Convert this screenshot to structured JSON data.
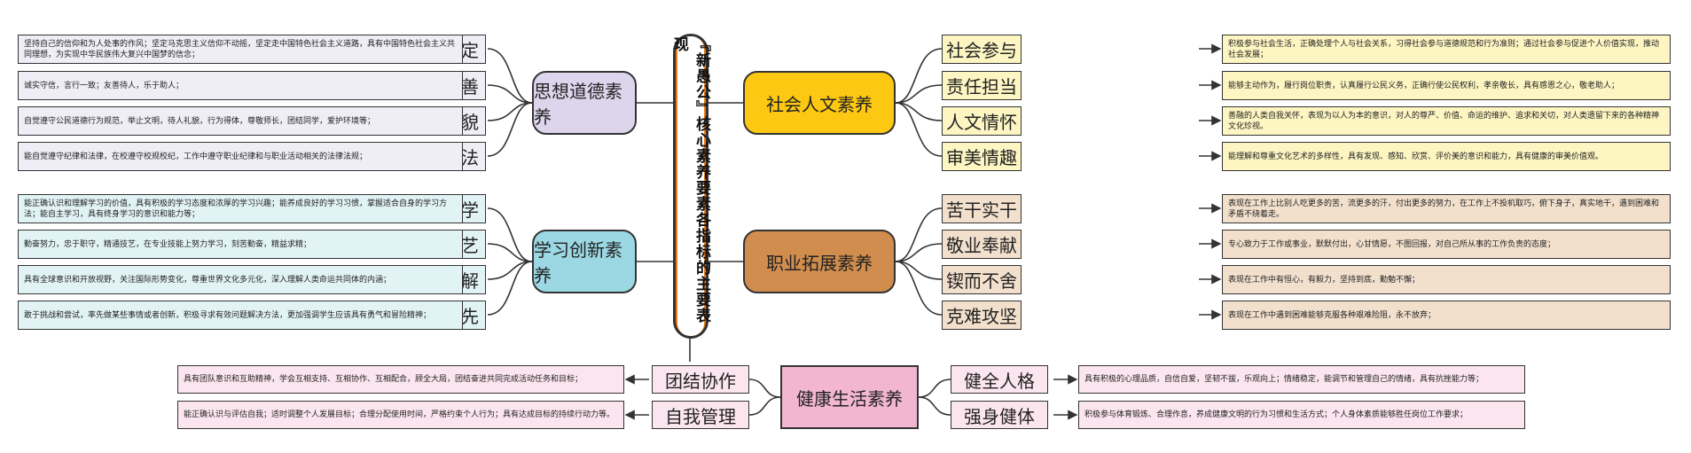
{
  "center": {
    "title": "『新愚公』核心素养要素各指标的主要表现",
    "color": "#ee7a14"
  },
  "colors": {
    "moral": "#dcd5ec",
    "moral_leaf": "#efedf5",
    "study": "#9bd8e3",
    "study_leaf": "#e2f3f6",
    "social": "#fcc812",
    "social_leaf": "#fdf6c2",
    "career": "#d08d4e",
    "career_leaf": "#f2e0cd",
    "health": "#f2b6d1",
    "health_leaf": "#fbe6ef"
  },
  "branches": {
    "moral": {
      "label": "思想道德素养",
      "items": [
        {
          "label": "信念坚定",
          "desc": "坚持自己的信仰和为人处事的作风；坚定马克思主义信仰不动摇，坚定走中国特色社会主义道路，具有中国特色社会主义共同理想，为实现中华民族伟大复兴中国梦的信念；"
        },
        {
          "label": "诚信友善",
          "desc": "诚实守信，言行一致；友善待人，乐于助人；"
        },
        {
          "label": "文明礼貌",
          "desc": "自觉遵守公民道德行为规范，举止文明，待人礼貌，行为得体，尊敬师长，团结同学，爱护环境等；"
        },
        {
          "label": "遵纪守法",
          "desc": "能自觉遵守纪律和法律，在校遵守校规校纪，工作中遵守职业纪律和与职业活动相关的法律法规；"
        }
      ]
    },
    "study": {
      "label": "学习创新素养",
      "items": [
        {
          "label": "乐学善学",
          "desc": "能正确认识和理解学习的价值，具有积极的学习态度和浓厚的学习兴趣；能养成良好的学习习惯，掌握适合自身的学习方法；能自主学习，具有终身学习的意识和能力等；"
        },
        {
          "label": "勤勉精艺",
          "desc": "勤奋努力，忠于职守，精通技艺，在专业技能上努力学习，刻苦勤奋，精益求精；"
        },
        {
          "label": "国际理解",
          "desc": "具有全球意识和开放视野，关注国际形势变化，尊重世界文化多元化，深入理解人类命运共同体的内涵；"
        },
        {
          "label": "敢为人先",
          "desc": "敢于挑战和尝试，率先做某些事情或者创新，积极寻求有效问题解决方法，更加强调学生应该具有勇气和冒险精神；"
        }
      ]
    },
    "social": {
      "label": "社会人文素养",
      "items": [
        {
          "label": "社会参与",
          "desc": "积极参与社会生活，正确处理个人与社会关系，习得社会参与道德规范和行为准则；通过社会参与促进个人价值实现，推动社会发展；"
        },
        {
          "label": "责任担当",
          "desc": "能够主动作为，履行岗位职责，认真履行公民义务，正确行使公民权利，孝亲敬长，具有感恩之心，敬老助人；"
        },
        {
          "label": "人文情怀",
          "desc": "善融的人类自我关怀，表现为以人为本的意识，对人的尊严、价值、命运的维护、追求和关切，对人类遗留下来的各种精神文化珍视。"
        },
        {
          "label": "审美情趣",
          "desc": "能理解和尊重文化艺术的多样性，具有发现、感知、欣赏、评价美的意识和能力，具有健康的审美价值观。"
        }
      ]
    },
    "career": {
      "label": "职业拓展素养",
      "items": [
        {
          "label": "苦干实干",
          "desc": "表现在工作上比别人吃更多的苦，流更多的汗，付出更多的努力，在工作上不投机取巧，俯下身子，真实地干，遇到困难和矛盾不绕着走。"
        },
        {
          "label": "敬业奉献",
          "desc": "专心致力于工作或事业，默默付出，心甘情愿，不图回报，对自己所从事的工作负责的态度；"
        },
        {
          "label": "锲而不舍",
          "desc": "表现在工作中有恒心，有毅力，坚持到底，勤勉不懈；"
        },
        {
          "label": "克难攻坚",
          "desc": "表现在工作中遇到困难能够克服各种艰难险阻，永不放弃；"
        }
      ]
    },
    "health": {
      "label": "健康生活素养",
      "left": [
        {
          "label": "团结协作",
          "desc": "具有团队意识和互助精神，学会互相支持、互相协作、互相配合，顾全大局，团结奋进共同完成活动任务和目标；"
        },
        {
          "label": "自我管理",
          "desc": "能正确认识与评估自我；适时调整个人发展目标；合理分配使用时间，严格约束个人行为；具有达成目标的持续行动力等。"
        }
      ],
      "right": [
        {
          "label": "健全人格",
          "desc": "具有积极的心理品质，自信自爱，坚韧不拔，乐观向上；情绪稳定，能调节和管理自己的情绪，具有抗挫能力等；"
        },
        {
          "label": "强身健体",
          "desc": "积极参与体育锻炼、合理作息，养成健康文明的行为习惯和生活方式；个人身体素质能够胜任岗位工作要求；"
        }
      ]
    }
  }
}
